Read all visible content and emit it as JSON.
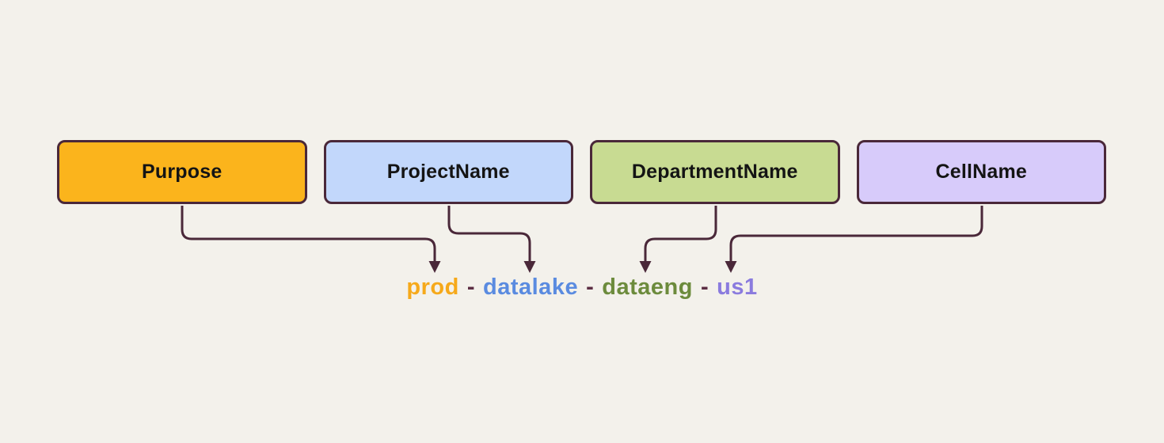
{
  "canvas": {
    "background": "#F3F1EB"
  },
  "diagram": {
    "stroke_color": "#4A2839",
    "box_label_color": "#141414",
    "boxes": [
      {
        "label": "Purpose",
        "fill": "#FBB41C"
      },
      {
        "label": "ProjectName",
        "fill": "#C2D7FB"
      },
      {
        "label": "DepartmentName",
        "fill": "#C8DB92"
      },
      {
        "label": "CellName",
        "fill": "#D7CBFA"
      }
    ],
    "arrows": [
      {
        "from": "Purpose",
        "to": "prod"
      },
      {
        "from": "ProjectName",
        "to": "datalake"
      },
      {
        "from": "DepartmentName",
        "to": "dataeng"
      },
      {
        "from": "CellName",
        "to": "us1"
      }
    ],
    "result": {
      "separator": "-",
      "separator_color": "#5C2E44",
      "parts": [
        {
          "text": "prod",
          "color": "#F6A91A"
        },
        {
          "text": "datalake",
          "color": "#5A8BE0"
        },
        {
          "text": "dataeng",
          "color": "#6C8B3C"
        },
        {
          "text": "us1",
          "color": "#8A7BDE"
        }
      ],
      "full_string": "prod - datalake - dataeng - us1"
    }
  }
}
